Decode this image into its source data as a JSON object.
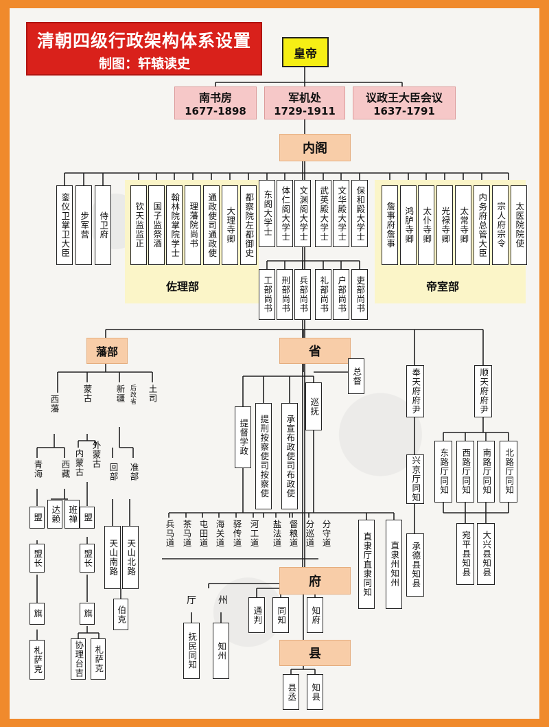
{
  "title": {
    "main": "清朝四级行政架构体系设置",
    "sub": "制图：轩辕读史"
  },
  "emperor": "皇帝",
  "councils": [
    {
      "name": "南书房",
      "years": "1677-1898"
    },
    {
      "name": "军机处",
      "years": "1729-1911"
    },
    {
      "name": "议政王大臣会议",
      "years": "1637-1791"
    }
  ],
  "neige": "内阁",
  "guard": [
    "銮仪卫掌卫大臣",
    "步军营",
    "侍卫府"
  ],
  "zuoli": {
    "label": "佐理部",
    "items": [
      "钦天监监正",
      "国子监祭酒",
      "翰林院掌院学士",
      "理藩院尚书",
      "通政使司通政使",
      "大理寺卿",
      "都察院左都御史"
    ]
  },
  "daxueshi": [
    "东阁大学士",
    "体仁阁大学士",
    "文渊阁大学士",
    "武英殿大学士",
    "文华殿大学士",
    "保和殿大学士"
  ],
  "liubu": [
    "工部尚书",
    "刑部尚书",
    "兵部尚书",
    "礼部尚书",
    "户部尚书",
    "吏部尚书"
  ],
  "dishi": {
    "label": "帝室部",
    "items": [
      "詹事府詹事",
      "鸿胪寺卿",
      "太仆寺卿",
      "光禄寺卿",
      "太常寺卿",
      "内务府总管大臣",
      "宗人府宗令",
      "太医院院使"
    ]
  },
  "fanbu": {
    "label": "藩部",
    "cols": [
      "西藩",
      "蒙古",
      "新疆",
      "后改省",
      "土司"
    ],
    "xifan": [
      "青海",
      "西藏"
    ],
    "xizang": [
      "达赖",
      "班禅"
    ],
    "menggu": [
      "内蒙古",
      "外蒙古"
    ],
    "chain1": [
      "盟",
      "盟长",
      "旗",
      "札萨克"
    ],
    "chain2": [
      "盟",
      "盟长",
      "旗",
      "协理台吉",
      "札萨克"
    ],
    "xinjiang": [
      "回部",
      "准部"
    ],
    "xinjiang_sub": [
      "天山南路",
      "天山北路"
    ],
    "boke": "伯克"
  },
  "sheng": {
    "label": "省",
    "zongdu": "总督",
    "xunfu": "巡抚",
    "officials": [
      "提督学政",
      "提刑按察使司按察使",
      "承宣布政使司布政使"
    ],
    "dao": [
      "兵马道",
      "茶马道",
      "屯田道",
      "海关道",
      "驿传道",
      "河工道",
      "盐法道",
      "督粮道",
      "分巡道",
      "分守道"
    ],
    "zhili": [
      "直隶厅直隶同知",
      "直隶州知州"
    ]
  },
  "fu": {
    "label": "府",
    "ting": "厅",
    "zhou": "州",
    "ting_official": "抚民同知",
    "zhou_official": "知州",
    "officials": [
      "通判",
      "同知",
      "知府"
    ]
  },
  "xian": {
    "label": "县",
    "officials": [
      "县丞",
      "知县"
    ]
  },
  "capitals": {
    "fengtian": "奉天府府尹",
    "xingjing": "兴京厅同知",
    "chengde": "承德县知县",
    "shuntian": "顺天府府尹",
    "lu": [
      "东路厅同知",
      "西路厅同知",
      "南路厅同知",
      "北路厅同知"
    ],
    "xian": [
      "宛平县知县",
      "大兴县知县"
    ]
  }
}
